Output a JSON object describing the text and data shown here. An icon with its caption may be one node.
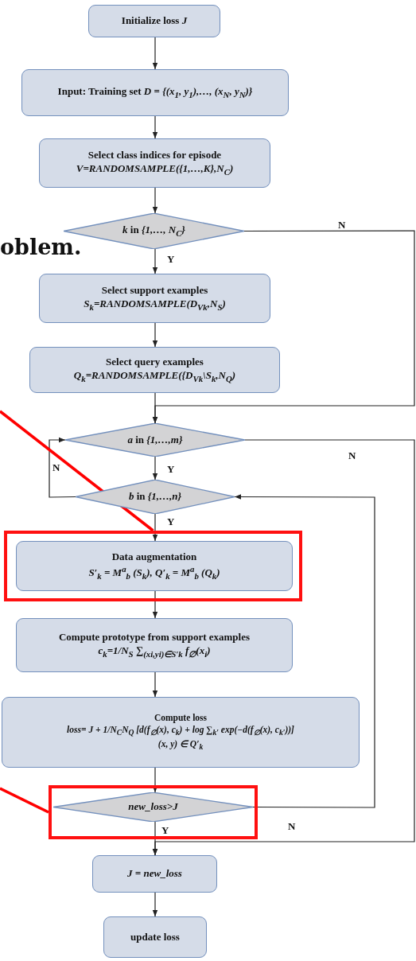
{
  "diagram": {
    "nodes": [
      {
        "text": [
          "Initialize loss *J*"
        ]
      },
      {
        "text": [
          "Input: Training set *D* = *{(x$_{1}$, y$_{1}$),…, (x$_{N}$, y$_{N}$)}*"
        ]
      },
      {
        "text": [
          "Select class indices for episode",
          "V=RANDOMSAMPLE({1,…,K},N$_{C}$)"
        ]
      },
      {
        "text": [
          "*k* in *{1,…, N$_{C}$}*"
        ]
      },
      {
        "text": [
          "Select support examples",
          "S$_{k}$=RANDOMSAMPLE(D$_{Vk}$,N$_{S}$)"
        ]
      },
      {
        "text": [
          "Select query examples",
          "Q$_{k}$=RANDOMSAMPLE({D$_{Vk}$\\S$_{k}$,N$_{Q}$)"
        ]
      },
      {
        "text": [
          "*a* in *{1,…,m}*"
        ]
      },
      {
        "text": [
          "*b* in *{1,…,n}*"
        ]
      },
      {
        "text": [],
        "shape": "box"
      },
      {
        "text": [
          "Data augmentation",
          "S′$_{k}$ = M$^{a}$$_{b}$ (S$_{k}$), Q′$_{k}$ = M$^{a}$$_{b}$ (Q$_{k}$)"
        ],
        "in": 8
      },
      {
        "text": [
          "Compute prototype from support examples",
          "c$_{k}$=1/N$_{S}$ ∑$_{(xi,yi)∈S′k}$ f$_{∅}$(x$_{i}$)"
        ]
      },
      {
        "text": [
          "Compute loss",
          "loss= J + 1/N$_{C}$N$_{Q}$ [d(f$_{∅}$(x), c$_{k}$) + log ∑$_{k′}$ exp(−d(f$_{∅}$(x), c$_{k′}$))]",
          "(x, y) ∈ Q′$_{k}$"
        ]
      },
      {
        "text": [],
        "shape": "box"
      },
      {
        "text": [
          "new_loss>J"
        ],
        "in": 12
      },
      {
        "text": [
          "J = new_loss"
        ]
      },
      {
        "text": [
          "update loss"
        ]
      }
    ],
    "edges": [
      {
        "from": 0,
        "to": 1,
        "arrow": "to"
      },
      {
        "from": 1,
        "to": 2,
        "arrow": "to"
      },
      {
        "from": 2,
        "to": 3,
        "arrow": "to"
      },
      {
        "from": 3,
        "to": 4,
        "arrow": "to",
        "label": "Y"
      },
      {
        "from": 4,
        "to": 5,
        "arrow": "to"
      },
      {
        "from": 5,
        "to": 6,
        "arrow": "to"
      },
      {
        "from": 3,
        "to": 6,
        "arrow": "to",
        "label": "N"
      },
      {
        "from": 6,
        "to": 7,
        "arrow": "to",
        "label": "Y"
      },
      {
        "from": 7,
        "to": 6,
        "arrow": "to",
        "label": "N"
      },
      {
        "from": 6,
        "to": 14,
        "arrow": "to",
        "label": "N"
      },
      {
        "from": 7,
        "to": 9,
        "arrow": "to",
        "label": "Y"
      },
      {
        "from": 9,
        "to": 10,
        "arrow": "to"
      },
      {
        "from": 10,
        "to": 11,
        "arrow": "to"
      },
      {
        "from": 11,
        "to": 13,
        "arrow": "to"
      },
      {
        "from": 13,
        "to": 7,
        "arrow": "to",
        "label": "N"
      },
      {
        "from": 13,
        "to": 14,
        "arrow": "to",
        "label": "Y"
      },
      {
        "from": 14,
        "to": 15,
        "arrow": "to"
      },
      {
        "from": null,
        "to": 8,
        "arrow": "none",
        "style": "thick",
        "color": "#ff0000"
      },
      {
        "from": null,
        "to": 12,
        "arrow": "none",
        "style": "thick",
        "color": "#ff0000"
      }
    ],
    "labels": [
      "oblem."
    ]
  }
}
